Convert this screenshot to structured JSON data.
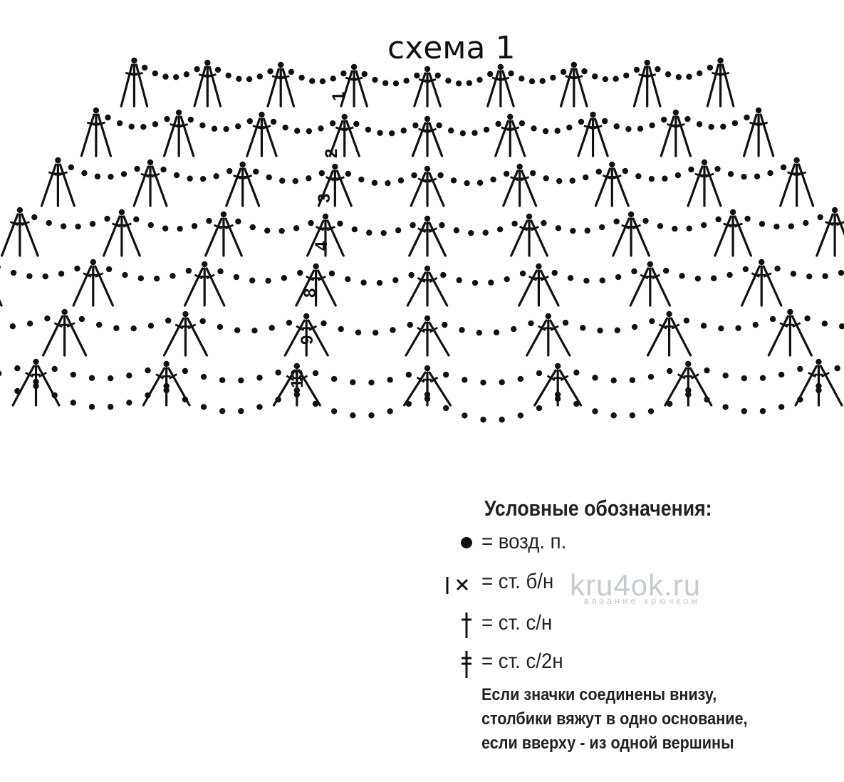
{
  "title": "схема 1",
  "row_numbers": [
    "1",
    "2",
    "3",
    "4",
    "8",
    "9",
    "13"
  ],
  "legend": {
    "heading": "Условные обозначения:",
    "items": [
      {
        "symbol": "chain-dot-icon",
        "text": "= возд. п."
      },
      {
        "symbol": "single-crochet-icon",
        "text": "= ст. б/н"
      },
      {
        "symbol": "double-crochet-icon",
        "text": "= ст. с/н"
      },
      {
        "symbol": "treble-crochet-icon",
        "text": "= ст. с/2н"
      }
    ],
    "note": [
      "Если значки соединены внизу,",
      "столбики вяжут в одно основание,",
      "если вверху - из одной вершины"
    ]
  },
  "watermark": {
    "text": "kru4ok.ru",
    "subtext": "вязание крючком"
  },
  "colors": {
    "ink": "#111111",
    "watermark": "#9aa3ad"
  }
}
